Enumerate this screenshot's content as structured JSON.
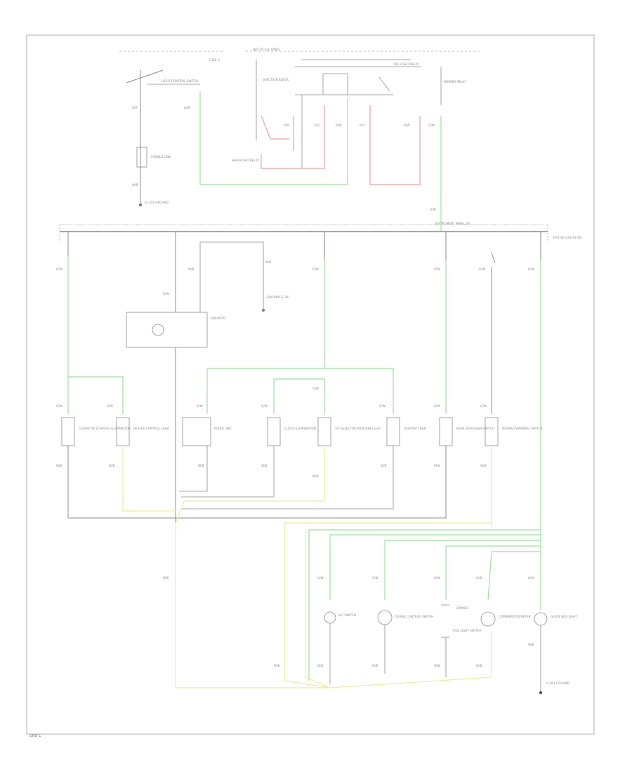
{
  "diagram": {
    "page_ref": "GND-1",
    "colors": {
      "wire_black": "#8c8c8c",
      "wire_green": "#9be39b",
      "wire_red": "#f0a0a0",
      "wire_yellow": "#ecec9a",
      "border": "#b0b0b0"
    },
    "top_section": {
      "hot_label": "HOT AT ALL TIMES",
      "fuse_label": "FUSE 3",
      "junction_block": "JUNCTION BLOCK",
      "tail_relay": "TAIL LIGHT RELAY",
      "dimmer_relay": "DIMMER RELAY",
      "headlamp_label": "HEADLIGHT RELAY",
      "light_sw": "LIGHT CONTROL SWITCH",
      "ground_label": "G-101 GROUND",
      "fuse_box": "FUSIBLE LINK",
      "wire_codes": [
        "G/R",
        "R/B",
        "R/G",
        "R/W",
        "R/Y",
        "G/W",
        "W/B"
      ]
    },
    "middle_section": {
      "bus_label": "INSTRUMENT PANEL J/B",
      "right_label": "HOT W/ LIGHTS ON",
      "rheostat": "RHEOSTAT",
      "ground_ref": "GROUND G-201",
      "wire_codes": [
        "G/W",
        "G/W",
        "G/W",
        "G/W",
        "W/B",
        "G/W",
        "G/W"
      ],
      "components": [
        {
          "code": "G/W",
          "name": "CIGARETTE LIGHTER ILLUMINATION"
        },
        {
          "code": "G/W",
          "name": "HEATER CONTROL LIGHT"
        },
        {
          "code": "G/W",
          "name": "AUDIO UNIT"
        },
        {
          "code": "G/W",
          "name": "CLOCK ILLUMINATION"
        },
        {
          "code": "G/W",
          "name": "A/T SELECTOR POSITION LIGHT"
        },
        {
          "code": "G/W",
          "name": "ASHTRAY LIGHT"
        },
        {
          "code": "G/W",
          "name": "REAR DEFOGGER SWITCH"
        },
        {
          "code": "G/W",
          "name": "HAZARD WARNING SWITCH"
        }
      ],
      "ground_codes": [
        "W/B",
        "W/B",
        "W/B",
        "W/B",
        "W/B",
        "W/B",
        "W/B",
        "W/B"
      ]
    },
    "bottom_section": {
      "wire_codes": [
        "G/W",
        "G/W",
        "G/W",
        "G/W",
        "G/W"
      ],
      "components": [
        {
          "name": "A/C SWITCH"
        },
        {
          "name": "CRUISE CONTROL SWITCH"
        },
        {
          "name": "FOG LIGHT SWITCH"
        },
        {
          "name": "COMBINATION METER"
        },
        {
          "name": "GLOVE BOX LIGHT"
        }
      ],
      "ground_codes": [
        "W/B",
        "W/B",
        "W/B",
        "W/B",
        "W/B"
      ],
      "trunk_label": "W/B",
      "ground_label": "G-301 GROUND",
      "dimmer_label": "DIMMER"
    }
  }
}
